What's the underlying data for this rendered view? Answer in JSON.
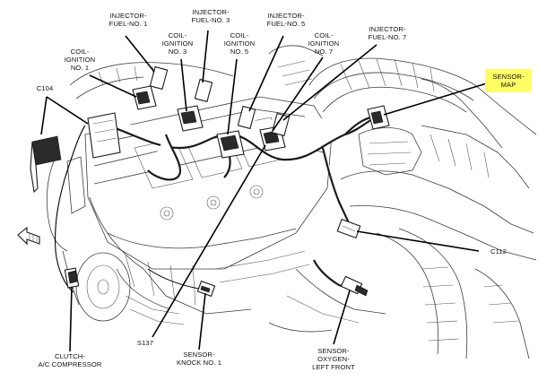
{
  "figure_code": "",
  "highlight_color": "#ffff66",
  "callouts": [
    {
      "id": "c104",
      "lines": [
        "C104"
      ]
    },
    {
      "id": "coil1",
      "lines": [
        "COIL-",
        "IGNITION",
        "NO. 1"
      ]
    },
    {
      "id": "inj1",
      "lines": [
        "INJECTOR-",
        "FUEL-NO. 1"
      ]
    },
    {
      "id": "coil3",
      "lines": [
        "COIL-",
        "IGNITION",
        "NO. 3"
      ]
    },
    {
      "id": "inj3",
      "lines": [
        "INJECTOR-",
        "FUEL-NO. 3"
      ]
    },
    {
      "id": "coil5",
      "lines": [
        "COIL-",
        "IGNITION",
        "NO. 5"
      ]
    },
    {
      "id": "inj5",
      "lines": [
        "INJECTOR-",
        "FUEL-NO. 5"
      ]
    },
    {
      "id": "coil7",
      "lines": [
        "COIL-",
        "IGNITION",
        "NO. 7"
      ]
    },
    {
      "id": "inj7",
      "lines": [
        "INJECTOR-",
        "FUEL-NO. 7"
      ]
    },
    {
      "id": "map",
      "lines": [
        "SENSOR-",
        "MAP"
      ]
    },
    {
      "id": "c112",
      "lines": [
        "C112"
      ]
    },
    {
      "id": "clutch",
      "lines": [
        "CLUTCH-",
        "A/C COMPRESSOR"
      ]
    },
    {
      "id": "s137",
      "lines": [
        "S137"
      ]
    },
    {
      "id": "knock",
      "lines": [
        "SENSOR-",
        "KNOCK NO. 1"
      ]
    },
    {
      "id": "o2",
      "lines": [
        "SENSOR-",
        "OXYGEN-",
        "LEFT FRONT"
      ]
    }
  ]
}
